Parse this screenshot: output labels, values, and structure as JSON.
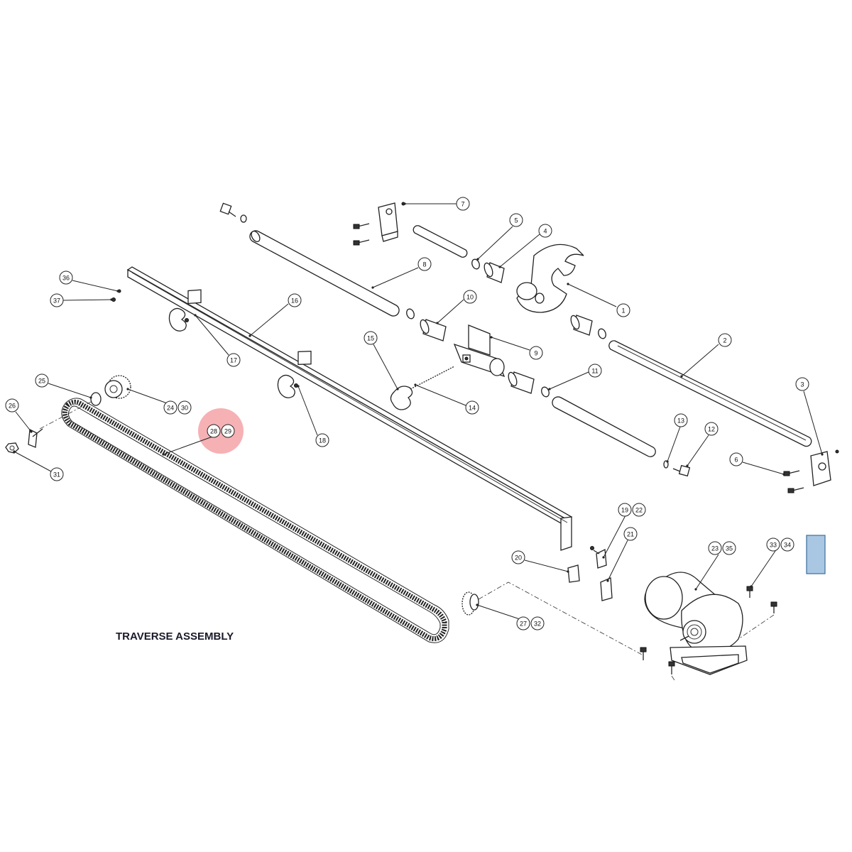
{
  "title": "TRAVERSE ASSEMBLY",
  "colors": {
    "highlight": "#f5a3a8",
    "accent_box_fill": "#a9c7e3",
    "accent_box_stroke": "#3b6e9b"
  },
  "callouts": [
    {
      "id": "c1",
      "labels": [
        "1"
      ]
    },
    {
      "id": "c2",
      "labels": [
        "2"
      ]
    },
    {
      "id": "c3",
      "labels": [
        "3"
      ]
    },
    {
      "id": "c4",
      "labels": [
        "4"
      ]
    },
    {
      "id": "c5",
      "labels": [
        "5"
      ]
    },
    {
      "id": "c6",
      "labels": [
        "6"
      ]
    },
    {
      "id": "c7",
      "labels": [
        "7"
      ]
    },
    {
      "id": "c8",
      "labels": [
        "8"
      ]
    },
    {
      "id": "c9",
      "labels": [
        "9"
      ]
    },
    {
      "id": "c10",
      "labels": [
        "10"
      ]
    },
    {
      "id": "c11",
      "labels": [
        "11"
      ]
    },
    {
      "id": "c12",
      "labels": [
        "12"
      ]
    },
    {
      "id": "c13",
      "labels": [
        "13"
      ]
    },
    {
      "id": "c14",
      "labels": [
        "14"
      ]
    },
    {
      "id": "c15",
      "labels": [
        "15"
      ]
    },
    {
      "id": "c16",
      "labels": [
        "16"
      ]
    },
    {
      "id": "c17",
      "labels": [
        "17"
      ]
    },
    {
      "id": "c18",
      "labels": [
        "18"
      ]
    },
    {
      "id": "c19_22",
      "labels": [
        "19",
        "22"
      ]
    },
    {
      "id": "c20",
      "labels": [
        "20"
      ]
    },
    {
      "id": "c21",
      "labels": [
        "21"
      ]
    },
    {
      "id": "c23_35",
      "labels": [
        "23",
        "35"
      ]
    },
    {
      "id": "c24_30",
      "labels": [
        "24",
        "30"
      ]
    },
    {
      "id": "c25",
      "labels": [
        "25"
      ]
    },
    {
      "id": "c26",
      "labels": [
        "26"
      ]
    },
    {
      "id": "c27_32",
      "labels": [
        "27",
        "32"
      ]
    },
    {
      "id": "c28_29",
      "labels": [
        "28",
        "29"
      ],
      "highlighted": true
    },
    {
      "id": "c31",
      "labels": [
        "31"
      ]
    },
    {
      "id": "c33_34",
      "labels": [
        "33",
        "34"
      ]
    },
    {
      "id": "c36",
      "labels": [
        "36"
      ]
    },
    {
      "id": "c37",
      "labels": [
        "37"
      ]
    }
  ]
}
